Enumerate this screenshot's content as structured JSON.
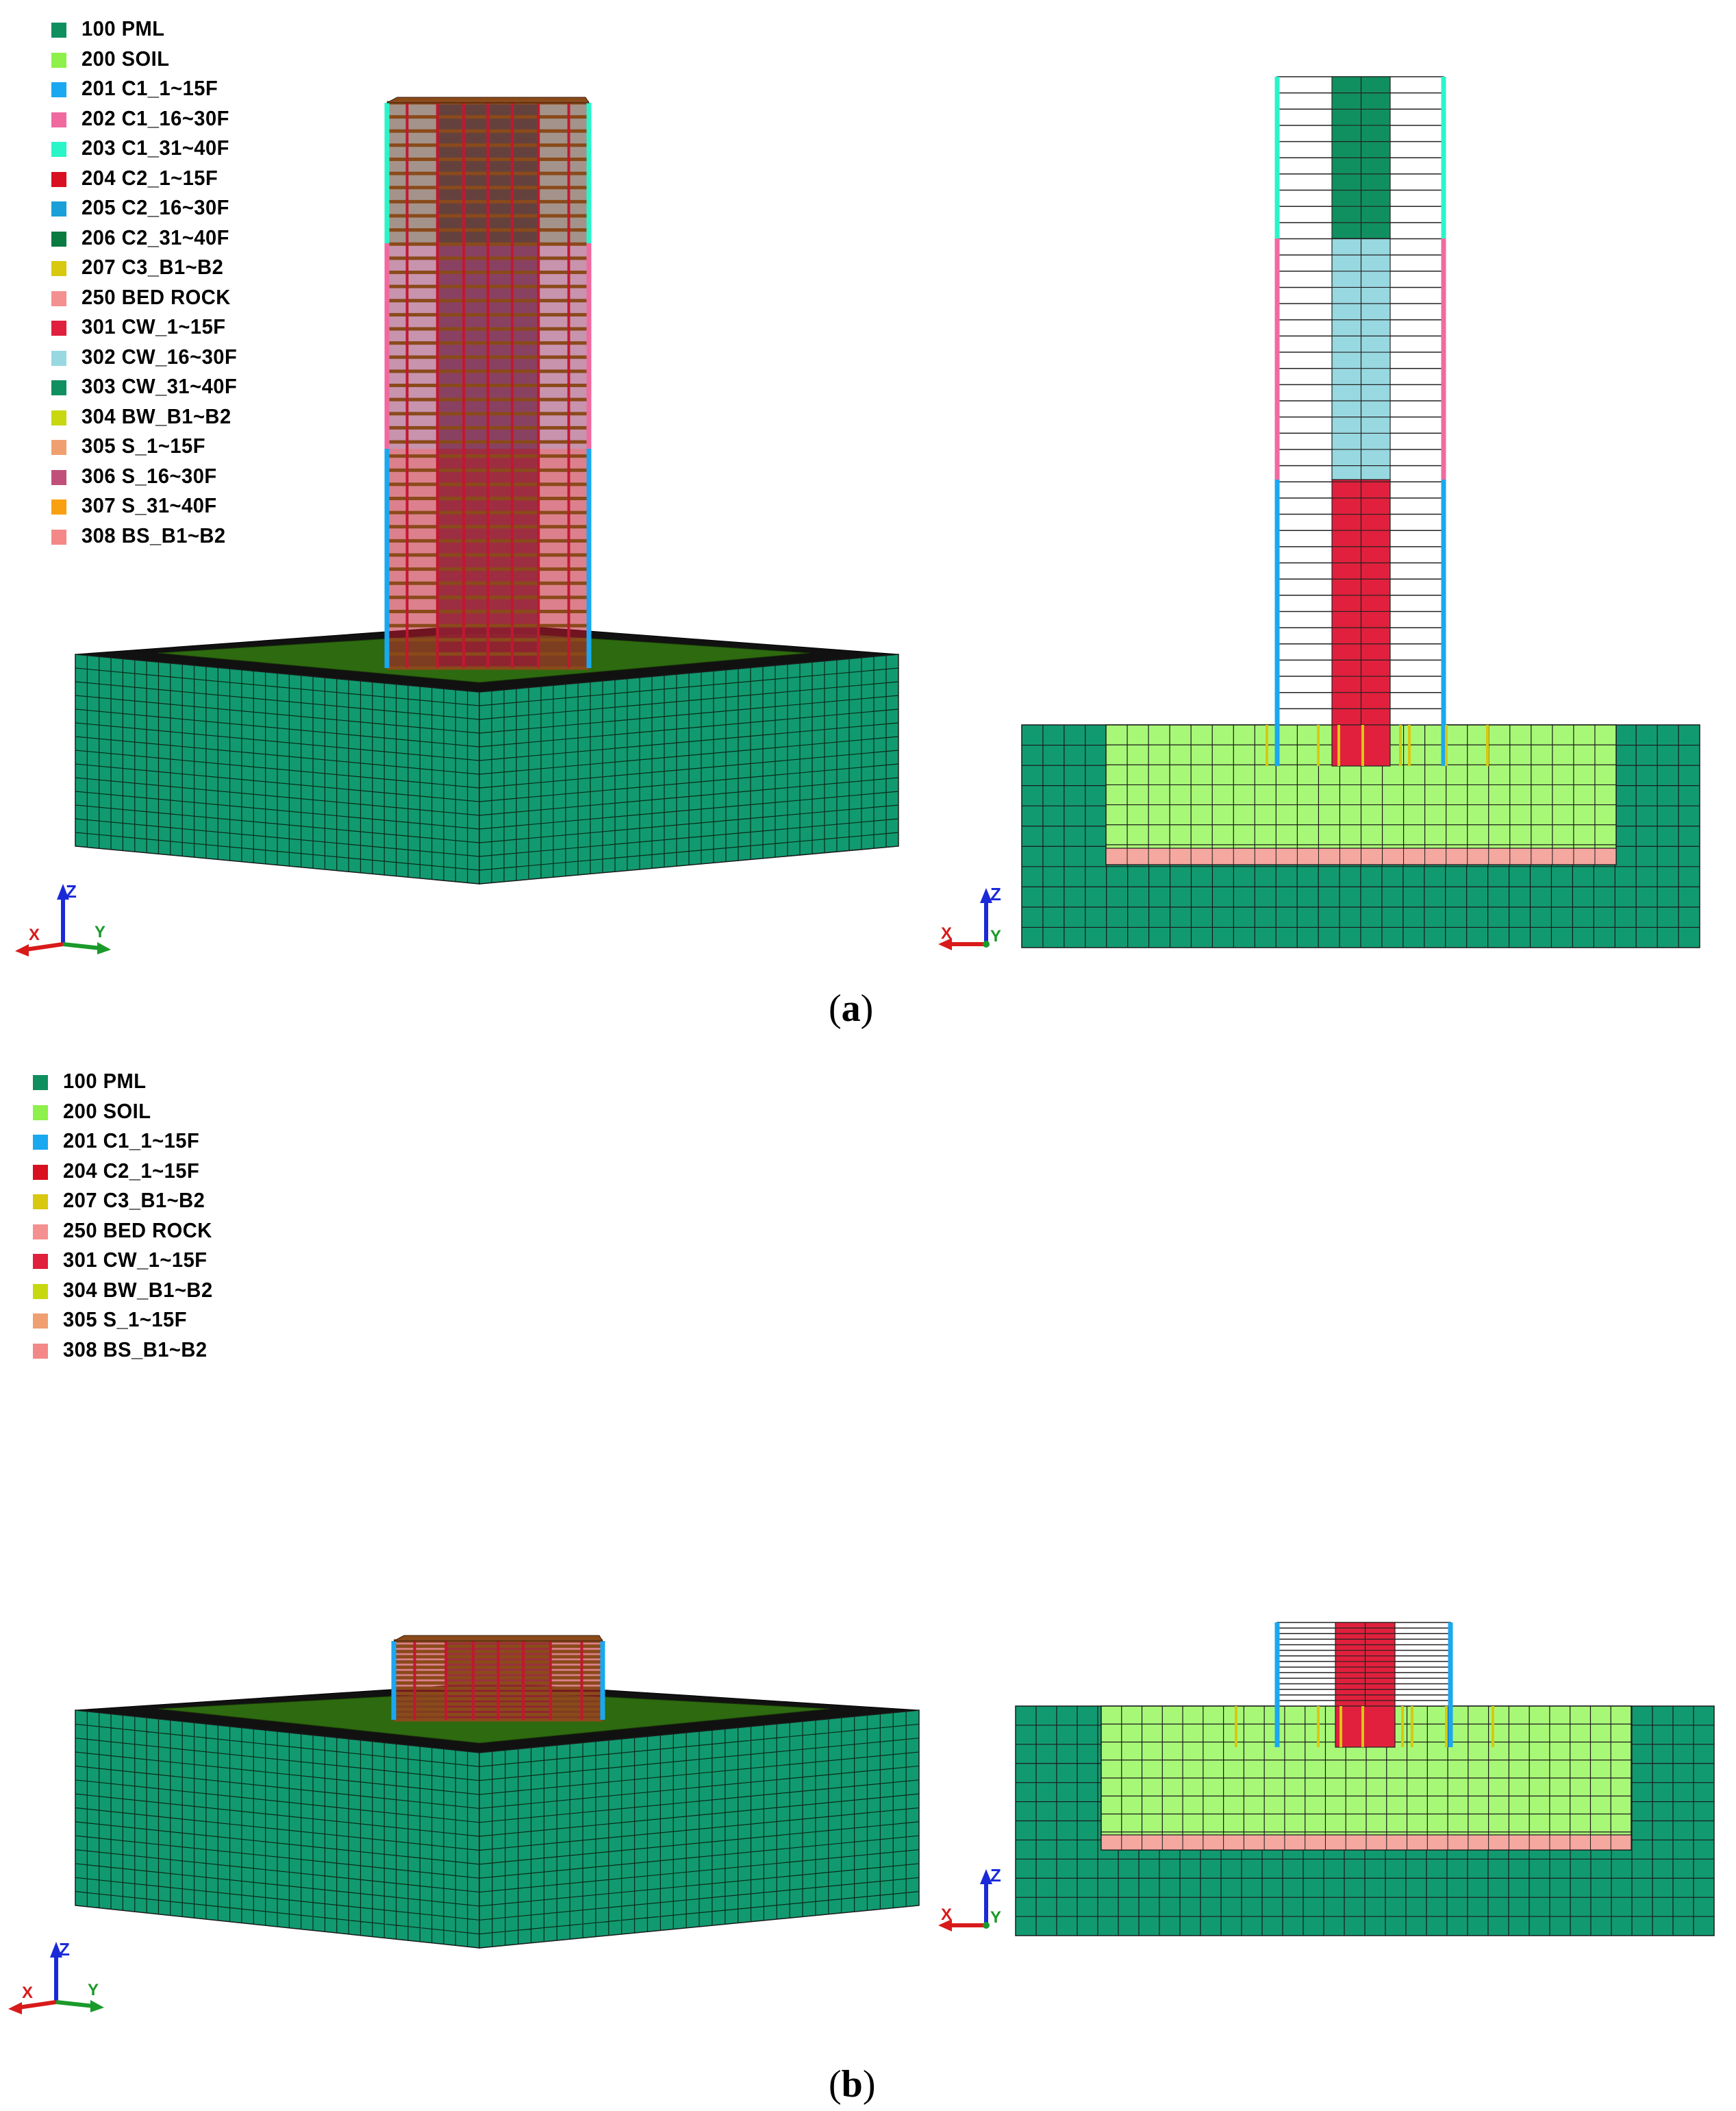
{
  "panel_a": {
    "caption_letter": "a",
    "legend": [
      {
        "label": "100 PML",
        "color": "#0f8f60"
      },
      {
        "label": "200 SOIL",
        "color": "#8ef04a"
      },
      {
        "label": "201 C1_1~15F",
        "color": "#1aa8f0"
      },
      {
        "label": "202 C1_16~30F",
        "color": "#f06aa0"
      },
      {
        "label": "203 C1_31~40F",
        "color": "#2af5c8"
      },
      {
        "label": "204 C2_1~15F",
        "color": "#d81020"
      },
      {
        "label": "205 C2_16~30F",
        "color": "#1a9fd8"
      },
      {
        "label": "206 C2_31~40F",
        "color": "#0a7a40"
      },
      {
        "label": "207 C3_B1~B2",
        "color": "#d8c810"
      },
      {
        "label": "250 BED ROCK",
        "color": "#f49090"
      },
      {
        "label": "301 CW_1~15F",
        "color": "#e0203c"
      },
      {
        "label": "302 CW_16~30F",
        "color": "#98d8e0"
      },
      {
        "label": "303 CW_31~40F",
        "color": "#109060"
      },
      {
        "label": "304 BW_B1~B2",
        "color": "#c8d810"
      },
      {
        "label": "305 S_1~15F",
        "color": "#f0a070"
      },
      {
        "label": "306 S_16~30F",
        "color": "#c0507a"
      },
      {
        "label": "307 S_31~40F",
        "color": "#f8a010"
      },
      {
        "label": "308 BS_B1~B2",
        "color": "#f48888"
      }
    ]
  },
  "panel_b": {
    "caption_letter": "b",
    "legend": [
      {
        "label": "100 PML",
        "color": "#0f8f60"
      },
      {
        "label": "200 SOIL",
        "color": "#8ef04a"
      },
      {
        "label": "201 C1_1~15F",
        "color": "#1aa8f0"
      },
      {
        "label": "204 C2_1~15F",
        "color": "#d81020"
      },
      {
        "label": "207 C3_B1~B2",
        "color": "#d8c810"
      },
      {
        "label": "250 BED ROCK",
        "color": "#f49090"
      },
      {
        "label": "301 CW_1~15F",
        "color": "#e0203c"
      },
      {
        "label": "304 BW_B1~B2",
        "color": "#c8d810"
      },
      {
        "label": "305 S_1~15F",
        "color": "#f0a070"
      },
      {
        "label": "308 BS_B1~B2",
        "color": "#f48888"
      }
    ]
  },
  "axes_labels": {
    "z": "Z",
    "x": "X",
    "y": "Y"
  },
  "colors": {
    "pml": "#119a70",
    "pml_dark": "#0e5e3c",
    "soil": "#a8f878",
    "bedrock": "#f4a8a0",
    "mesh_line": "#1a1a1a",
    "slab_top": "#2e6a10",
    "column_c1": "#1aa8f0",
    "column_c1_upper": "#f06aa0",
    "column_c1_top": "#2af5c8",
    "core_lower": "#e0203c",
    "core_mid": "#98d8e0",
    "core_top": "#109060",
    "floor_brown": "#8a4a1a",
    "basement": "#d8c810"
  }
}
